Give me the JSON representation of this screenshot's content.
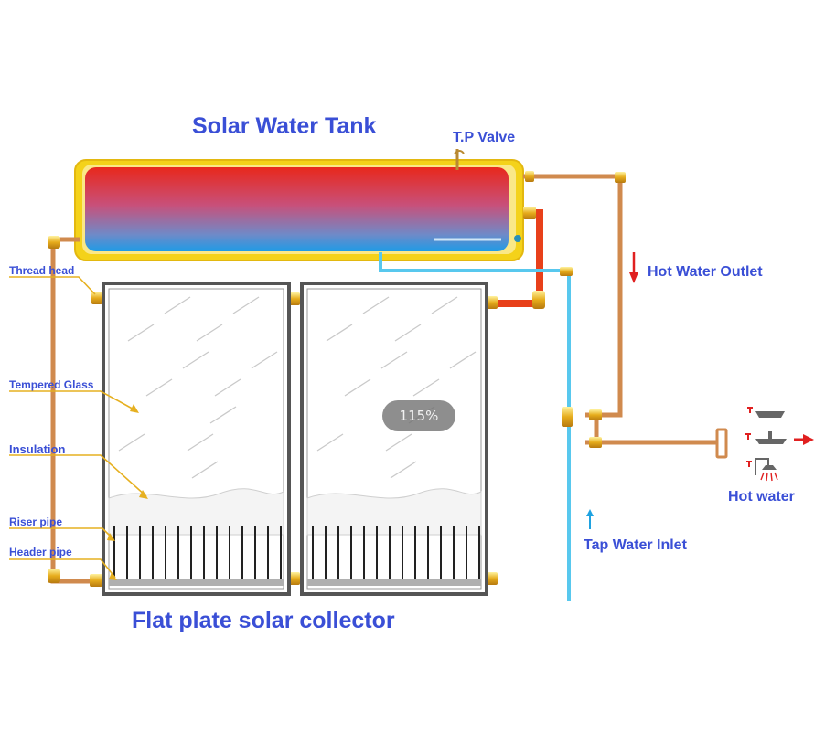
{
  "labels": {
    "tank": "Solar Water Tank",
    "tp_valve": "T.P Valve",
    "hot_water_outlet": "Hot Water Outlet",
    "hot_water": "Hot water",
    "tap_water_inlet": "Tap Water Inlet",
    "collector": "Flat plate solar collector",
    "thread_head": "Thread head",
    "tempered_glass": "Tempered Glass",
    "insulation": "Insulation",
    "riser_pipe": "Riser pipe",
    "header_pipe": "Header pipe"
  },
  "zoom_level": "115%",
  "colors": {
    "label_blue": "#3a4fd6",
    "tank_hot": "#e8281c",
    "tank_cold": "#1e9be6",
    "tank_shell": "#f4d21a",
    "copper_pipe": "#d08a4e",
    "hot_pipe": "#e8401a",
    "cold_pipe": "#58c8ee",
    "arrow_red": "#e02020",
    "arrow_blue": "#1fa2e0"
  }
}
